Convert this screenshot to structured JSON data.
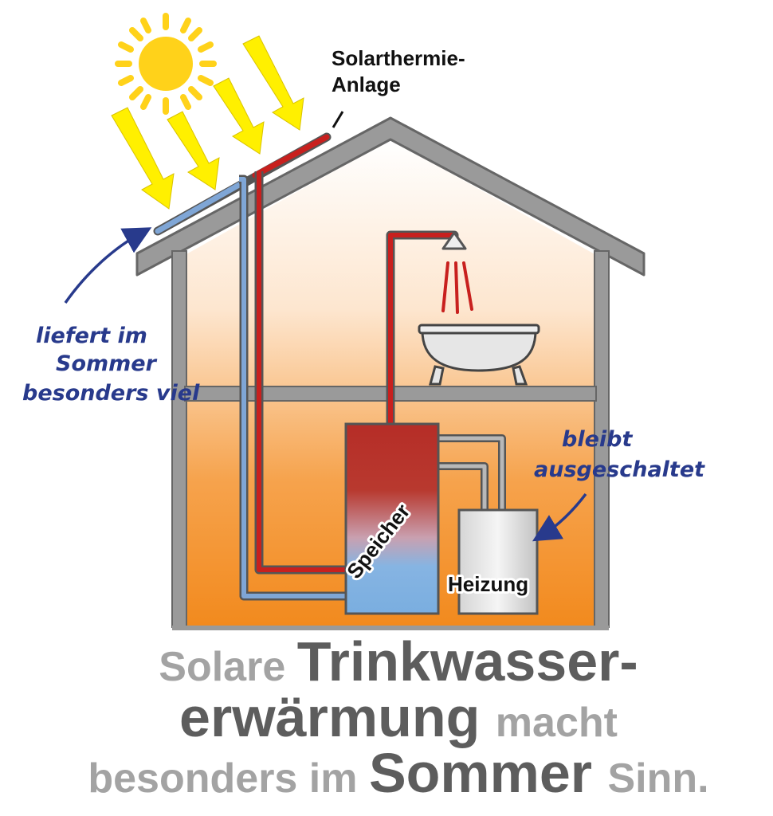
{
  "labels": {
    "solar_system": [
      "Solarthermie-",
      "Anlage"
    ],
    "summer_note": [
      "liefert im",
      "Sommer",
      "besonders viel"
    ],
    "heating_note": [
      "bleibt",
      "ausgeschaltet"
    ],
    "storage": "Speicher",
    "heating": "Heizung"
  },
  "headline": {
    "line1": [
      {
        "text": "Solare ",
        "style": "light"
      },
      {
        "text": "Trinkwasser-",
        "style": "dark"
      }
    ],
    "line2": [
      {
        "text": "erwärmung ",
        "style": "dark"
      },
      {
        "text": "macht",
        "style": "light"
      }
    ],
    "line3": [
      {
        "text": "besonders im ",
        "style": "light"
      },
      {
        "text": "Sommer ",
        "style": "dark"
      },
      {
        "text": "Sinn.",
        "style": "light"
      }
    ]
  },
  "colors": {
    "hot_pipe": "#c8201e",
    "cold_pipe": "#7fa6d6",
    "sun": "#ffd21a",
    "sun_ray": "#fff000",
    "house_outline": "#8e8e8e",
    "annotation": "#283a8c"
  },
  "icons": [
    "sun-icon",
    "shower-icon",
    "bathtub-icon",
    "arrow-icon"
  ]
}
